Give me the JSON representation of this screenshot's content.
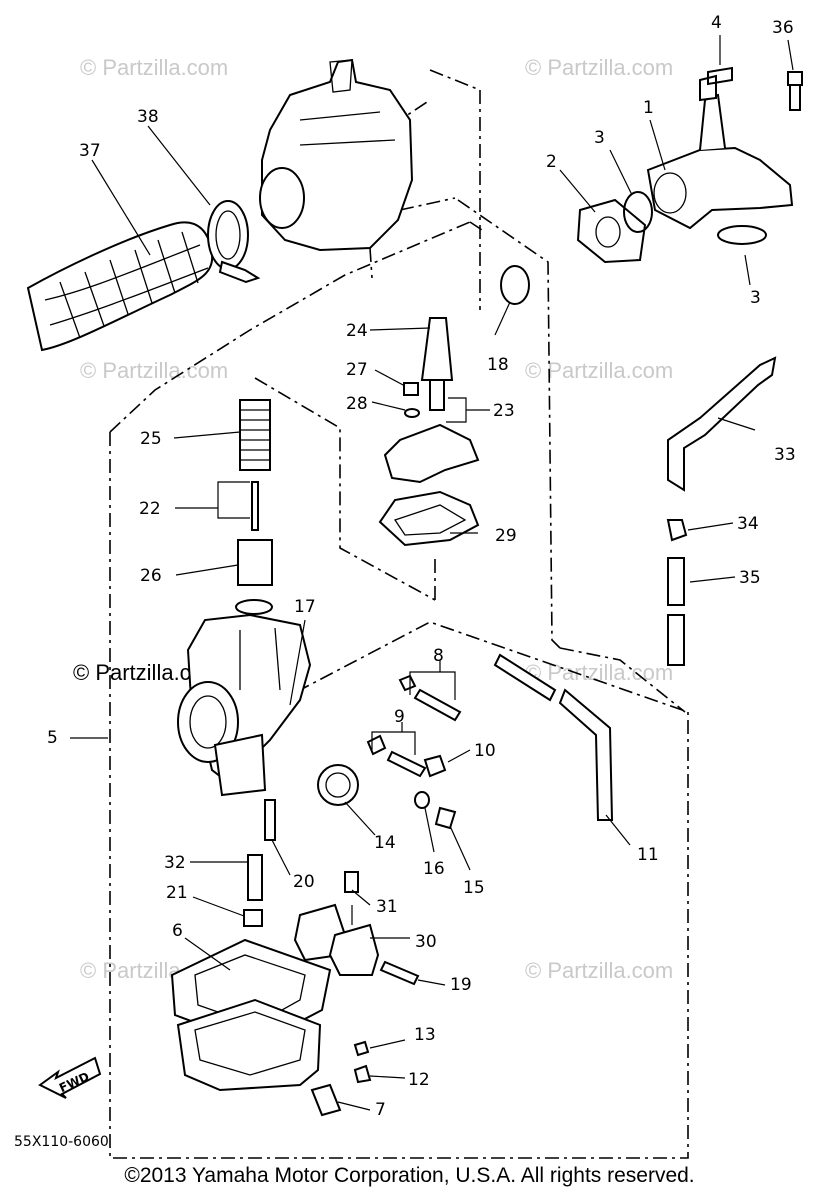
{
  "diagram_code": "55X110-6060",
  "copyright": "©2013 Yamaha Motor Corporation, U.S.A. All rights reserved.",
  "watermark": "© Partzilla.com",
  "fwd_label": "FWD",
  "callouts": [
    "1",
    "2",
    "3",
    "4",
    "5",
    "6",
    "7",
    "8",
    "9",
    "10",
    "11",
    "12",
    "13",
    "14",
    "15",
    "16",
    "17",
    "18",
    "19",
    "20",
    "21",
    "22",
    "23",
    "24",
    "25",
    "26",
    "27",
    "28",
    "29",
    "30",
    "31",
    "32",
    "33",
    "34",
    "35",
    "36",
    "37",
    "38"
  ]
}
